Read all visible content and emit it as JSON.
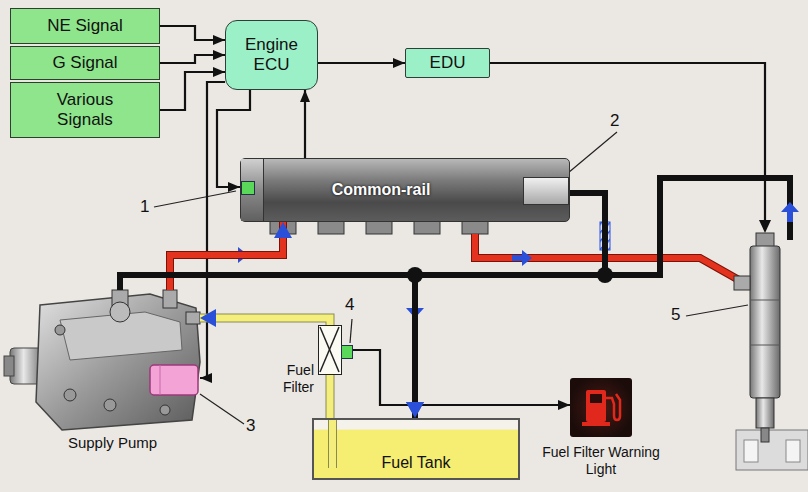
{
  "diagram": {
    "nodes": [
      {
        "text": [
          "NE Signal"
        ]
      },
      {
        "text": [
          "G Signal"
        ]
      },
      {
        "text": [
          "Various Signals"
        ]
      },
      {
        "text": [
          "Engine ECU"
        ]
      },
      {
        "text": [
          "EDU"
        ]
      },
      {
        "text": [
          "Common-rail"
        ]
      },
      {
        "text": [
          "Supply Pump"
        ]
      },
      {
        "text": [
          "Fuel Filter"
        ]
      },
      {
        "text": [
          "Fuel Tank"
        ]
      },
      {
        "text": [
          "Fuel Filter Warning Light"
        ]
      }
    ],
    "edges": [
      {
        "from": 0,
        "to": 3,
        "arrow": "to"
      },
      {
        "from": 1,
        "to": 3,
        "arrow": "to"
      },
      {
        "from": 2,
        "to": 3,
        "arrow": "to"
      },
      {
        "from": 3,
        "to": 4,
        "arrow": "to"
      },
      {
        "from": 5,
        "to": 3,
        "arrow": "to"
      },
      {
        "from": 3,
        "to": 5,
        "arrow": "to"
      },
      {
        "from": 3,
        "to": 6,
        "arrow": "to"
      },
      {
        "from": 6,
        "to": 5,
        "arrow": "to"
      },
      {
        "from": 8,
        "to": 7,
        "arrow": "none"
      },
      {
        "from": 7,
        "to": 6,
        "arrow": "to"
      },
      {
        "from": 7,
        "to": 9,
        "arrow": "to"
      },
      {
        "from": 6,
        "to": 8,
        "arrow": "to"
      },
      {
        "from": 5,
        "to": 8,
        "arrow": "to"
      }
    ],
    "labels": [
      "1",
      "2",
      "3",
      "4",
      "5"
    ]
  }
}
